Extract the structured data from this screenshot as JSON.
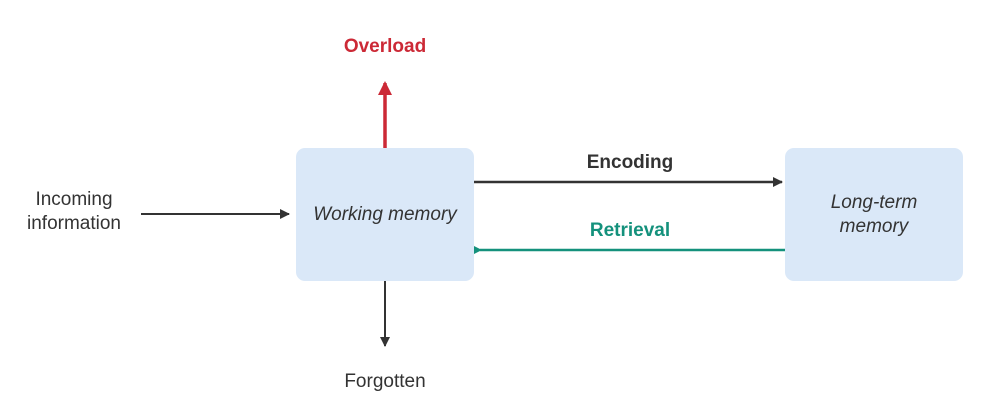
{
  "nodes": {
    "working_memory": "Working memory",
    "long_term_memory": [
      "Long-term",
      "memory"
    ]
  },
  "labels": {
    "overload": "Overload",
    "encoding": "Encoding",
    "retrieval": "Retrieval",
    "incoming": "Incoming information",
    "forgotten": "Forgotten"
  },
  "colors": {
    "box_fill": "#dae8f8",
    "text": "#333333",
    "overload": "#cc2936",
    "retrieval": "#14917c",
    "arrow": "#333333"
  }
}
